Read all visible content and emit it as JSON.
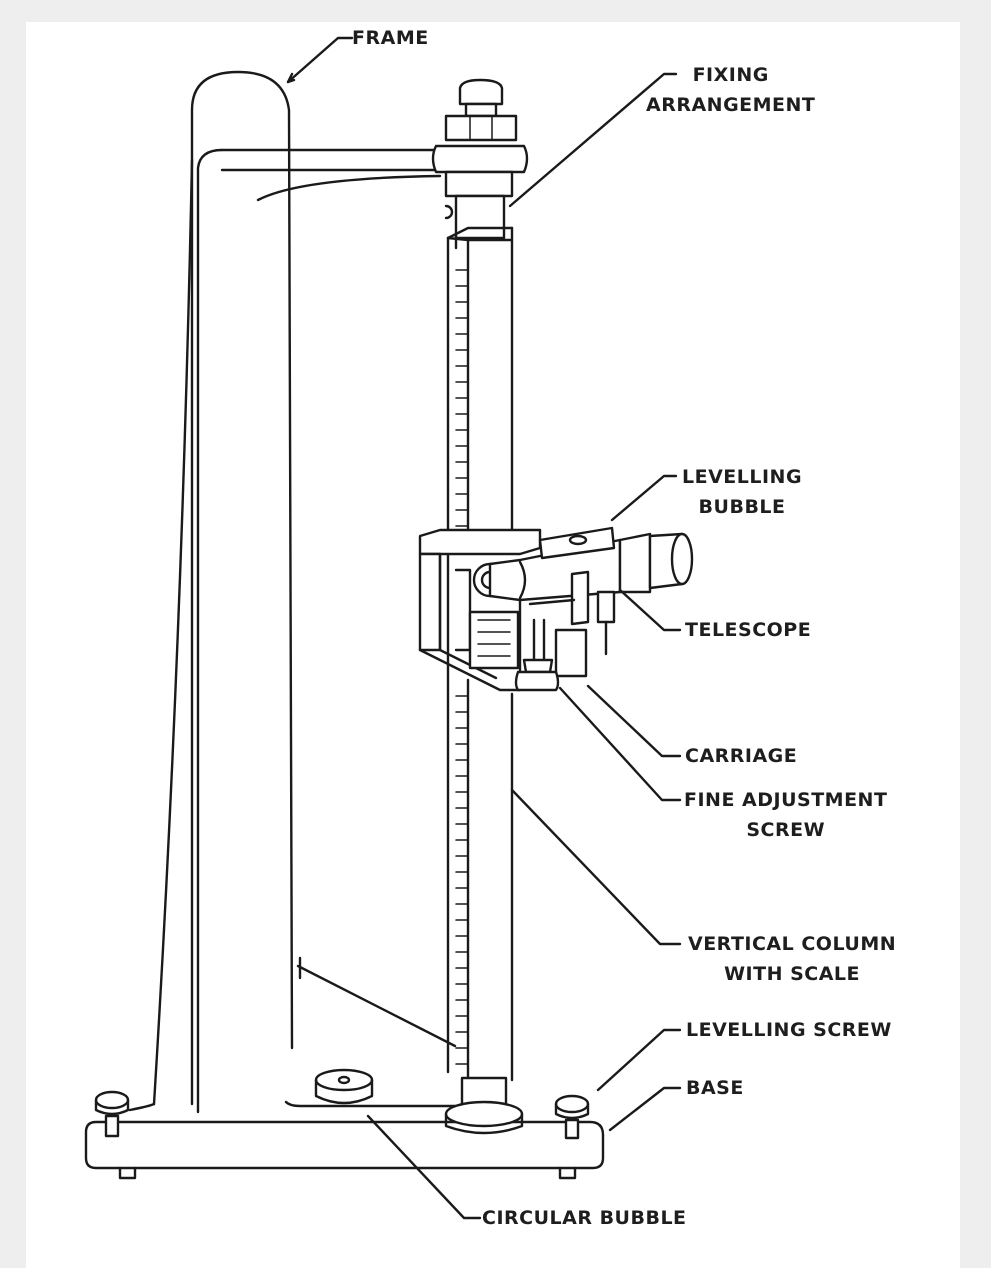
{
  "diagram": {
    "labels": {
      "frame": "FRAME",
      "fixing_1": "FIXING",
      "fixing_2": "ARRANGEMENT",
      "levelling_bubble_1": "LEVELLING",
      "levelling_bubble_2": "BUBBLE",
      "telescope": "TELESCOPE",
      "carriage": "CARRIAGE",
      "fine_adj_1": "FINE ADJUSTMENT",
      "fine_adj_2": "SCREW",
      "vertical_col_1": "VERTICAL COLUMN",
      "vertical_col_2": "WITH SCALE",
      "levelling_screw": "LEVELLING SCREW",
      "base": "BASE",
      "circular_bubble": "CIRCULAR BUBBLE"
    }
  }
}
